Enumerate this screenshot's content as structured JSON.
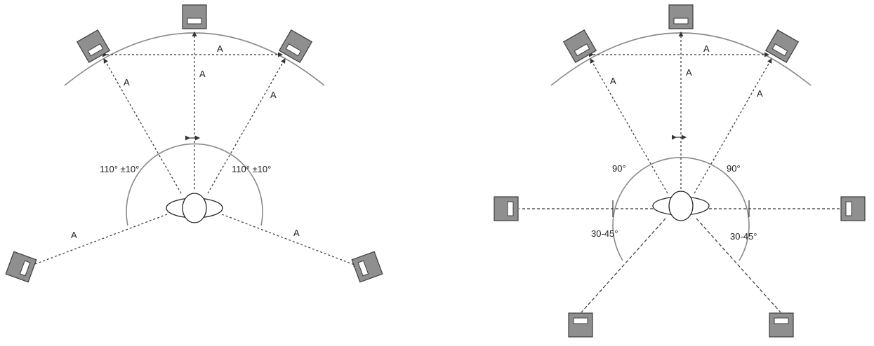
{
  "colors": {
    "speaker_fill": "#8f8f8f",
    "speaker_stroke": "#3c3c3c",
    "line": "#333333",
    "arc": "#8a8a8a"
  },
  "distance_label": "A",
  "diagrams": [
    {
      "name": "five-speaker-layout",
      "speaker_count": 5,
      "angle_labels": [
        "110° ±10°",
        "110° ±10°"
      ]
    },
    {
      "name": "seven-speaker-layout",
      "speaker_count": 7,
      "angle_labels": [
        "90°",
        "90°",
        "30-45°",
        "30-45°"
      ]
    }
  ]
}
